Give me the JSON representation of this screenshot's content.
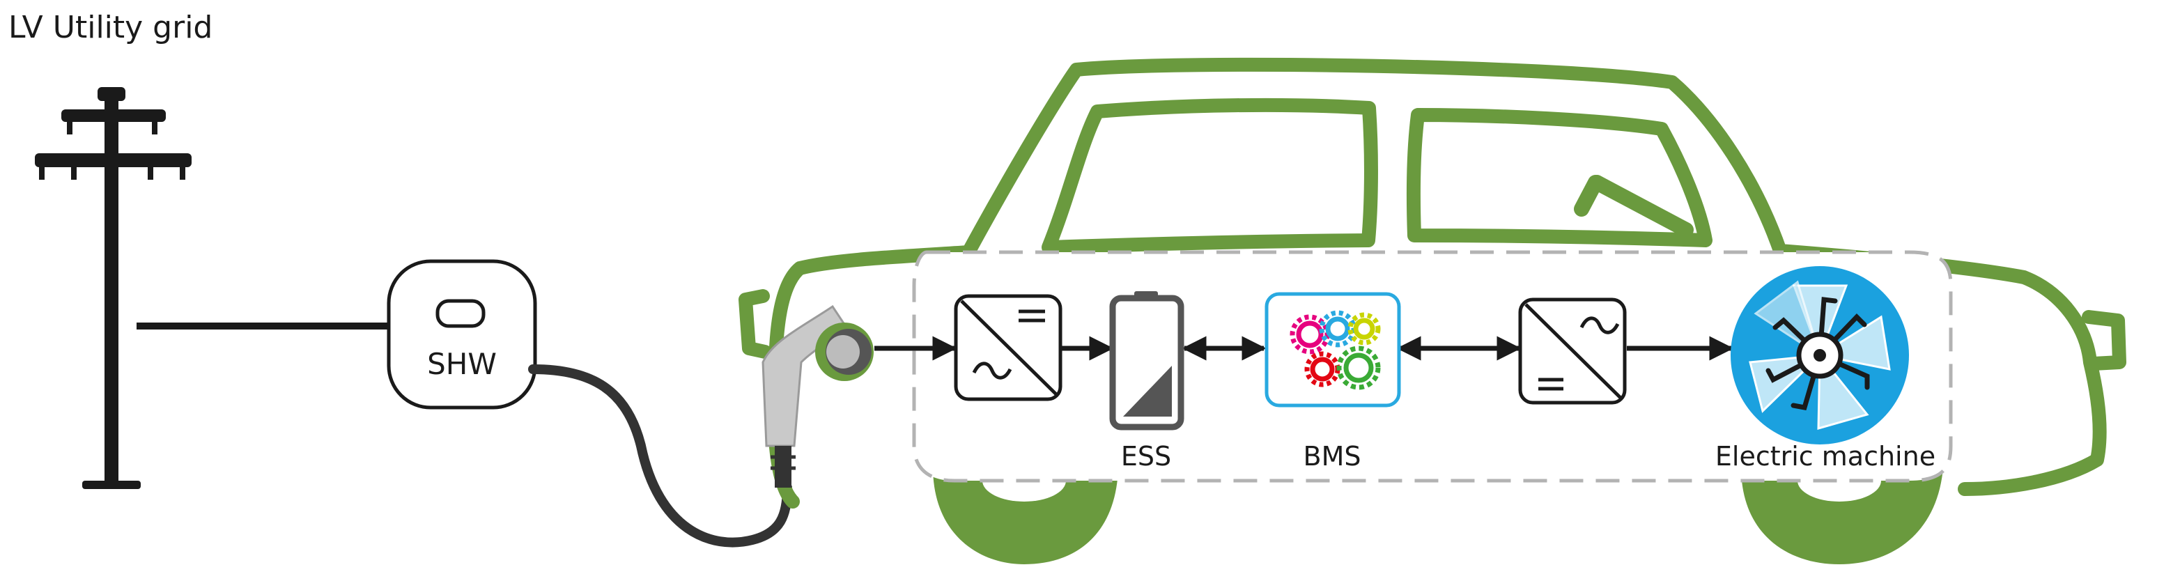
{
  "labels": {
    "grid": "LV Utility grid",
    "shw": "SHW",
    "ess": "ESS",
    "bms": "BMS",
    "machine": "Electric machine"
  },
  "icons": {
    "pole": "utility-pole-icon",
    "shw": "wall-charger-icon",
    "plug": "charging-plug-icon",
    "dcdc": "ac-dc-converter-icon",
    "battery": "battery-icon",
    "bms": "gears-icon",
    "inverter": "dc-ac-inverter-icon",
    "motor": "motor-icon"
  },
  "colors": {
    "car_outline": "#6a9a3e",
    "bms_border": "#29a9e0",
    "motor_fill": "#1ba1df",
    "dashed_panel": "#b3b3b3",
    "ink": "#1a1a1a"
  }
}
